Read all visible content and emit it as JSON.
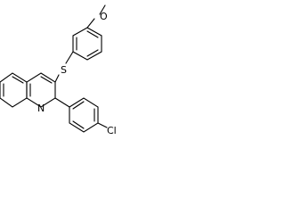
{
  "diagram": {
    "type": "chemical-structure",
    "atoms": {
      "oxygen": "O",
      "sulfur": "S",
      "nitrogen": "N",
      "chlorine": "Cl"
    },
    "colors": {
      "background": "#ffffff",
      "bond": "#000000",
      "label": "#000000"
    }
  }
}
